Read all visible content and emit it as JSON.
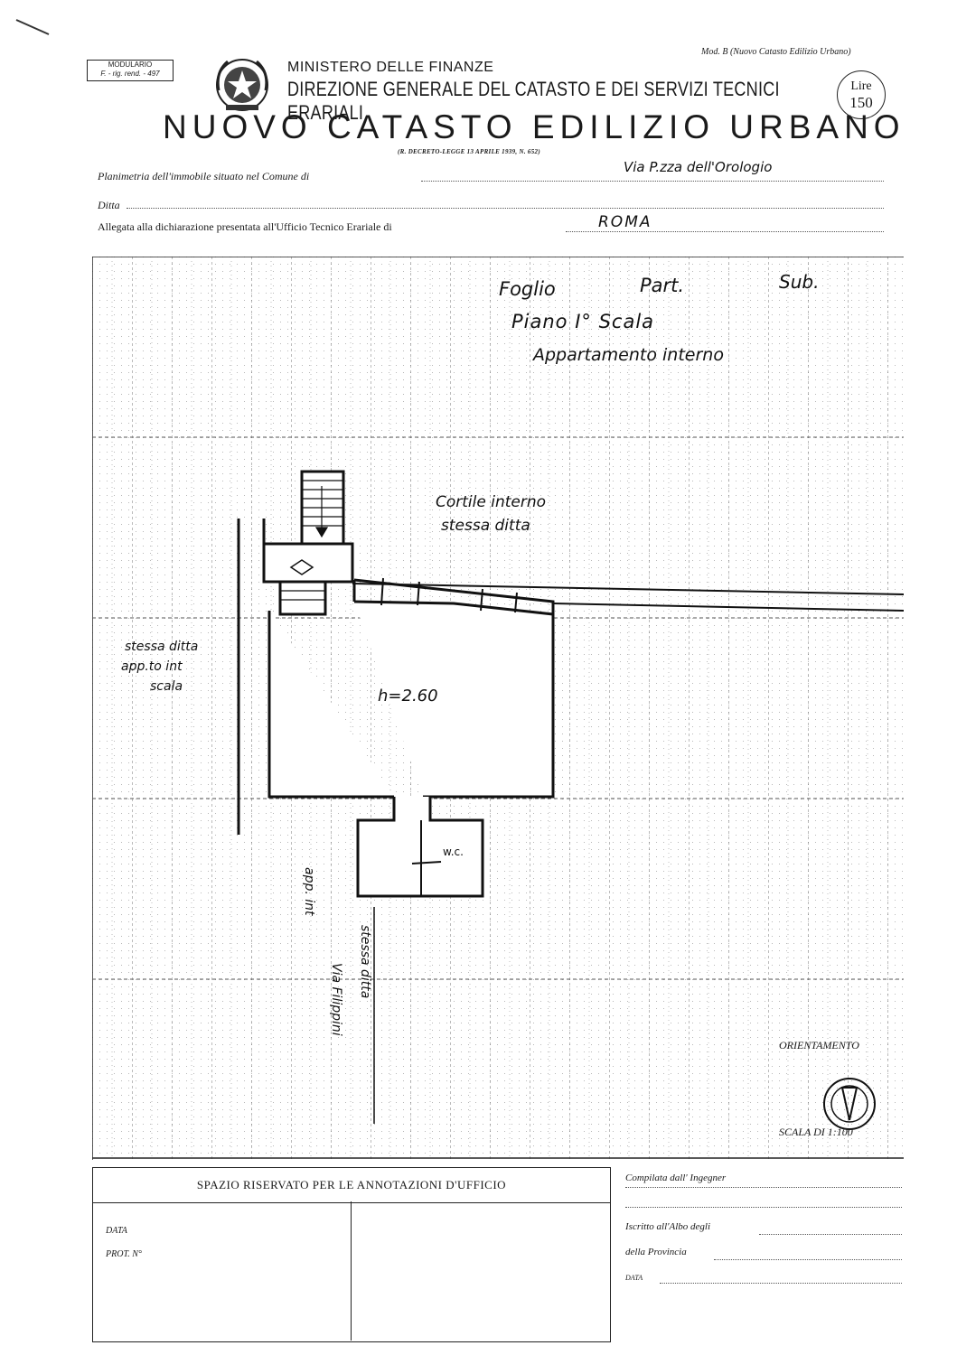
{
  "header": {
    "modulario_line1": "MODULARIO",
    "modulario_line2": "F. - rig. rend. - 497",
    "mod_b": "Mod. B (Nuovo Catasto Edilizio Urbano)",
    "ministero": "MINISTERO DELLE FINANZE",
    "direzione": "DIREZIONE GENERALE DEL CATASTO E DEI SERVIZI TECNICI ERARIALI",
    "lire_label": "Lire",
    "lire_value": "150",
    "title": "NUOVO CATASTO EDILIZIO URBANO",
    "decreto": "(R. DECRETO-LEGGE 13 APRILE 1939, N. 652)"
  },
  "fields": {
    "planimetria_label": "Planimetria dell'immobile situato nel Comune di",
    "planimetria_value": "Via P.zza dell'Orologio",
    "ditta_label": "Ditta",
    "allegata_label": "Allegata alla dichiarazione presentata all'Ufficio Tecnico Erariale di",
    "allegata_value": "ROMA"
  },
  "plan": {
    "foglio": "Foglio",
    "part": "Part.",
    "sub": "Sub.",
    "piano": "Piano I° Scala",
    "appartamento": "Appartamento interno",
    "cortile_1": "Cortile interno",
    "cortile_2": "stessa ditta",
    "left_1": "stessa ditta",
    "left_2": "app.to int",
    "left_3": "scala",
    "height": "h=2.60",
    "wc": "w.c.",
    "vert_1": "app. int",
    "vert_2": "stessa ditta",
    "vert_3": "Via Filippini",
    "orientamento": "ORIENTAMENTO",
    "scala": "SCALA DI 1:100"
  },
  "footer": {
    "spazio": "SPAZIO RISERVATO PER LE ANNOTAZIONI D'UFFICIO",
    "data": "DATA",
    "prot": "PROT. N°",
    "compilata": "Compilata dall' Ingegner",
    "iscritto": "Iscritto all'Albo degli",
    "provincia": "della Provincia",
    "data_right": "DATA"
  }
}
